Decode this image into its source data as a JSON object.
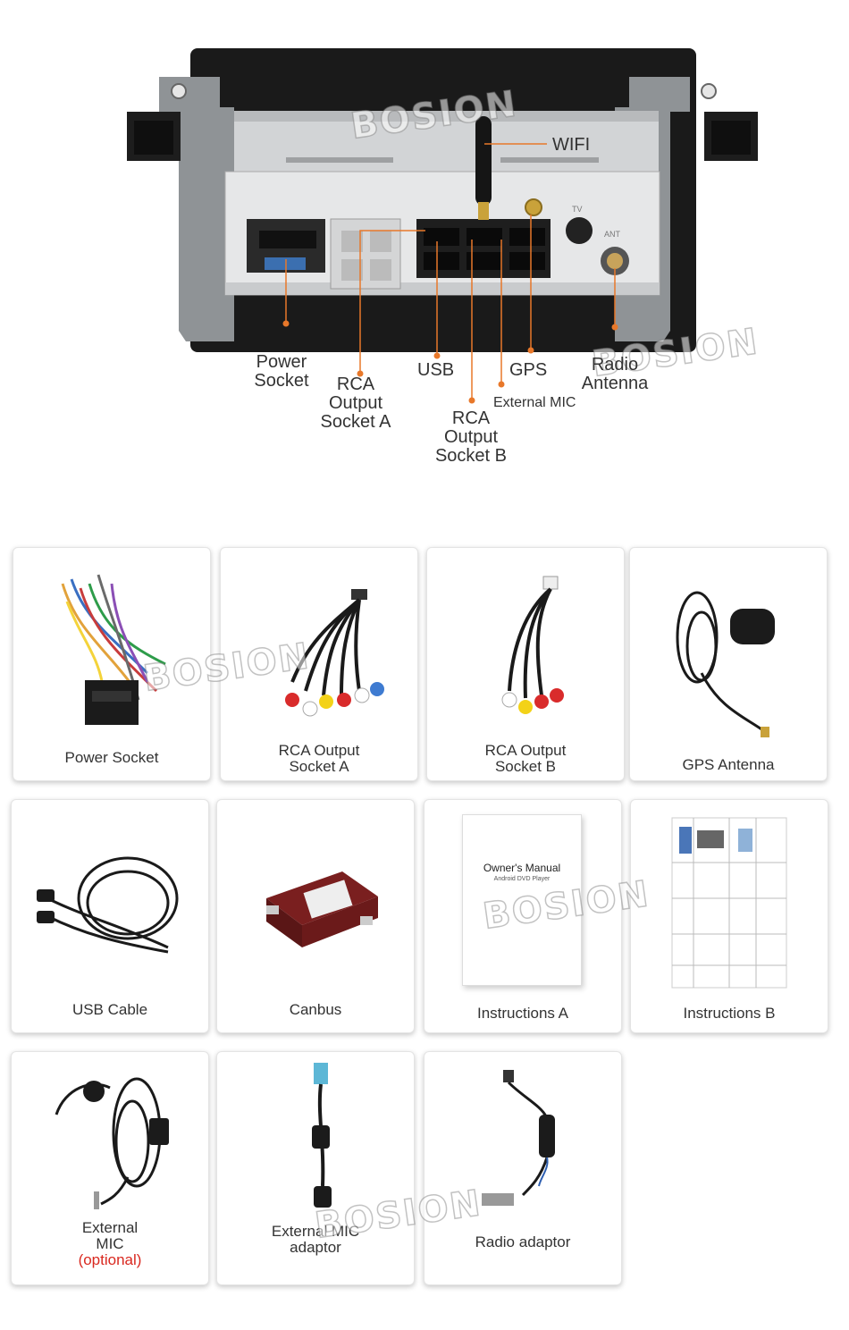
{
  "diagram": {
    "watermark": "BOSION",
    "labels": {
      "wifi": "WIFI",
      "power_socket_line1": "Power",
      "power_socket_line2": "Socket",
      "rca_a_line1": "RCA",
      "rca_a_line2": "Output",
      "rca_a_line3": "Socket A",
      "usb": "USB",
      "gps": "GPS",
      "radio_line1": "Radio",
      "radio_line2": "Antenna",
      "external_mic": "External MIC",
      "rca_b_line1": "RCA",
      "rca_b_line2": "Output",
      "rca_b_line3": "Socket B"
    },
    "panel_marks": {
      "tv": "TV",
      "ant": "ANT"
    },
    "accent_color": "#e8782a"
  },
  "accessories": [
    {
      "id": "power-socket",
      "label1": "Power Socket",
      "label2": ""
    },
    {
      "id": "rca-a",
      "label1": "RCA Output",
      "label2": "Socket A"
    },
    {
      "id": "rca-b",
      "label1": "RCA Output",
      "label2": "Socket B"
    },
    {
      "id": "gps-antenna",
      "label1": "GPS Antenna",
      "label2": ""
    },
    {
      "id": "usb-cable",
      "label1": "USB Cable",
      "label2": ""
    },
    {
      "id": "canbus",
      "label1": "Canbus",
      "label2": ""
    },
    {
      "id": "instructions-a",
      "label1": "Instructions A",
      "label2": ""
    },
    {
      "id": "instructions-b",
      "label1": "Instructions B",
      "label2": ""
    },
    {
      "id": "external-mic",
      "label1": "External",
      "label2": "MIC",
      "label3": "(optional)"
    },
    {
      "id": "mic-adaptor",
      "label1": "External MIC",
      "label2": "adaptor"
    },
    {
      "id": "radio-adaptor",
      "label1": "Radio adaptor",
      "label2": ""
    }
  ],
  "manual": {
    "title": "Owner's Manual",
    "subtitle": "Android DVD Player"
  },
  "colors": {
    "accent": "#e8782a",
    "optional": "#d9281f"
  }
}
